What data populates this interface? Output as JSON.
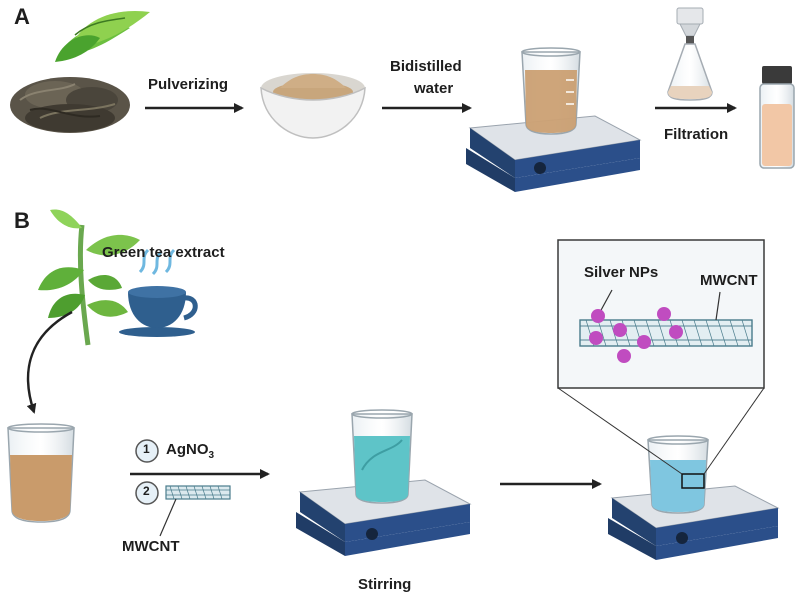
{
  "panel_a": {
    "letter": "A",
    "pulverizing": "Pulverizing",
    "bidistilled_line1": "Bidistilled",
    "bidistilled_line2": "water",
    "filtration": "Filtration"
  },
  "panel_b": {
    "letter": "B",
    "green_tea_extract": "Green tea extract",
    "step1_number": "1",
    "step1_reagent": "AgNO",
    "step1_subscript": "3",
    "step2_number": "2",
    "mwcnt_label": "MWCNT",
    "stirring": "Stirring",
    "inset_silver_nps": "Silver NPs",
    "inset_mwcnt": "MWCNT"
  },
  "colors": {
    "arrow": "#222222",
    "hotplate_body": "#2b4f8a",
    "hotplate_top": "#dfe3e8",
    "tea_liquid": "#c99b6b",
    "blue_solution": "#5ec4c8",
    "final_solution": "#7fc6e0",
    "silver_np": "#c04cc0",
    "nanotube": "#4a7c8c"
  }
}
